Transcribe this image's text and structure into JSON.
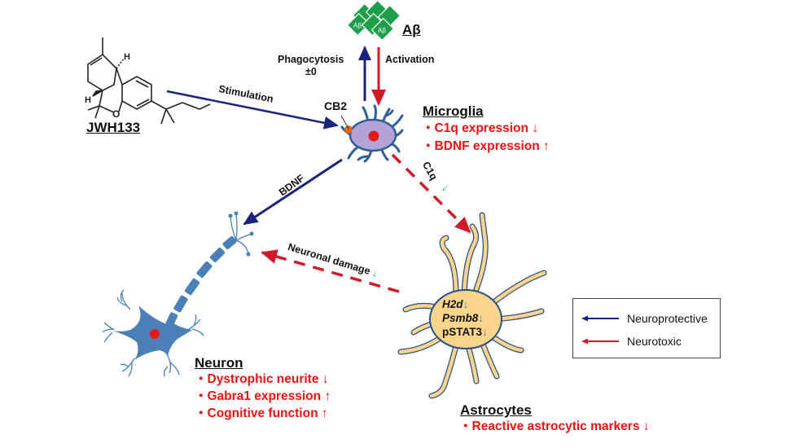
{
  "molecule": {
    "name": "JWH133",
    "h_label_1": "H",
    "h_label_2": "H",
    "o_label": "O"
  },
  "abeta": {
    "label": "Aβ",
    "block_label": "Aβ"
  },
  "arrows": {
    "stimulation": "Stimulation",
    "phagocytosis": "Phagocytosis",
    "phagocytosis_value": "±0",
    "activation": "Activation",
    "bdnf": "BDNF",
    "c1q": "C1q",
    "c1q_change": "↓",
    "neuronal_damage": "Neuronal damage",
    "neuronal_damage_change": "↓"
  },
  "microglia": {
    "receptor": "CB2",
    "title": "Microglia",
    "effects": [
      "・C1q expression ↓",
      "・BDNF expression ↑"
    ]
  },
  "astrocytes": {
    "title": "Astrocytes",
    "markers": [
      {
        "name": "H2d",
        "change": "↓",
        "italic": true
      },
      {
        "name": "Psmb8",
        "change": "↓",
        "italic": true
      },
      {
        "name": "pSTAT3",
        "change": "↓",
        "italic": false
      }
    ],
    "effects": [
      "・Reactive astrocytic markers ↓"
    ]
  },
  "neuron": {
    "title": "Neuron",
    "effects": [
      "・Dystrophic neurite ↓",
      "・Gabra1 expression ↑",
      "・Cognitive function ↑"
    ]
  },
  "legend": {
    "items": [
      {
        "label": "Neuroprotective",
        "color": "#1a237e"
      },
      {
        "label": "Neurotoxic",
        "color": "#d0192b"
      }
    ]
  },
  "colors": {
    "protective": "#1a237e",
    "toxic": "#d0192b",
    "effect_text": "#ee1111",
    "abeta_green": "#1f9e4a",
    "microglia_fill": "#b3a3d6",
    "microglia_outline": "#2f5f94",
    "astro_fill": "#f8d58a",
    "astro_outline": "#2a4f88",
    "neuron_fill": "#4a7fb8",
    "nucleus": "#e51a1a",
    "cb2": "#e8641c"
  }
}
